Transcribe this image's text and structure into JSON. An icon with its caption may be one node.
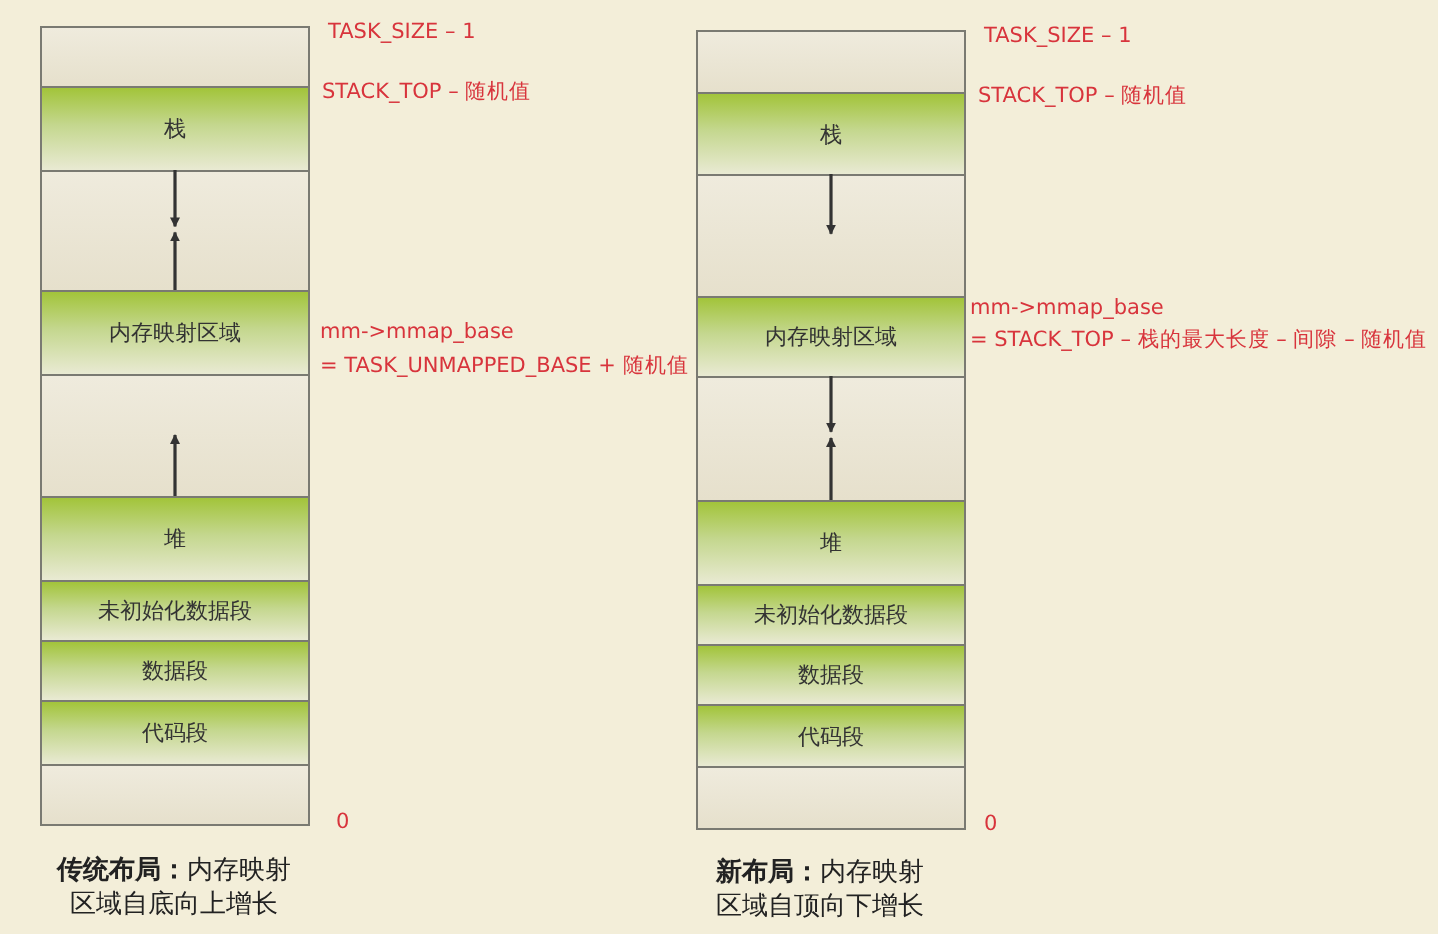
{
  "diagram": {
    "nodes": [
      {
        "text": [],
        "shape": "box"
      },
      {
        "text": [
          "栈"
        ]
      },
      {
        "text": [],
        "shape": "box"
      },
      {
        "text": [
          "内存映射区域"
        ]
      },
      {
        "text": [],
        "shape": "box"
      },
      {
        "text": [
          "堆"
        ]
      },
      {
        "text": [
          "未初始化数据段"
        ]
      },
      {
        "text": [
          "数据段"
        ]
      },
      {
        "text": [
          "代码段"
        ]
      },
      {
        "text": [],
        "shape": "box"
      },
      {
        "text": [],
        "shape": "box"
      },
      {
        "text": [
          "栈"
        ]
      },
      {
        "text": [],
        "shape": "box"
      },
      {
        "text": [
          "内存映射区域"
        ]
      },
      {
        "text": [],
        "shape": "box"
      },
      {
        "text": [
          "堆"
        ]
      },
      {
        "text": [
          "未初始化数据段"
        ]
      },
      {
        "text": [
          "数据段"
        ]
      },
      {
        "text": [
          "代码段"
        ]
      },
      {
        "text": [],
        "shape": "box"
      }
    ],
    "edges": [
      {
        "from": 1,
        "to": 2,
        "arrow": "to"
      },
      {
        "from": 3,
        "to": 2,
        "arrow": "to"
      },
      {
        "from": 5,
        "to": 4,
        "arrow": "to"
      },
      {
        "from": 11,
        "to": 12,
        "arrow": "to"
      },
      {
        "from": 13,
        "to": 14,
        "arrow": "to"
      },
      {
        "from": 15,
        "to": 14,
        "arrow": "to"
      }
    ],
    "labels": [
      "TASK_SIZE – 1",
      "STACK_TOP – 随机值",
      "mm->mmap_base",
      "= TASK_UNMAPPED_BASE + 随机值",
      "0",
      "TASK_SIZE – 1",
      "STACK_TOP – 随机值",
      "mm->mmap_base",
      "= STACK_TOP – 栈的最大长度 – 间隙 – 随机值",
      "0",
      "**传统布局：**内存映射区域自底向上增长",
      "**新布局：**内存映射区域自顶向下增长"
    ]
  }
}
